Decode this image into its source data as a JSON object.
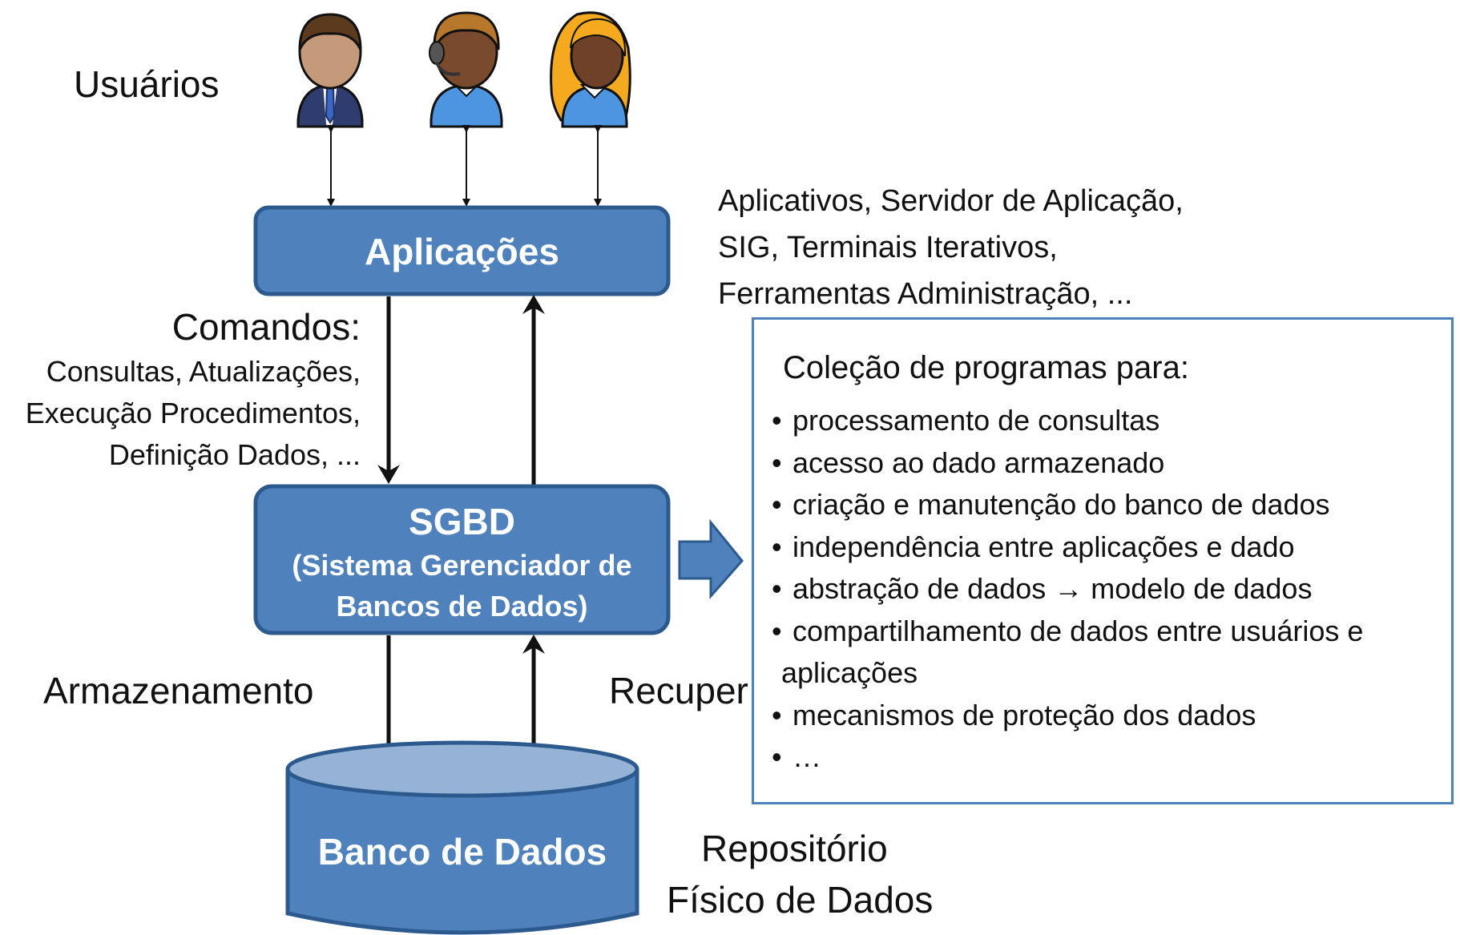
{
  "labels": {
    "users": "Usuários",
    "commands_title": "Comandos:",
    "commands_lines": [
      "Consultas, Atualizações,",
      "Execução Procedimentos,",
      "Definição Dados, ..."
    ],
    "storage": "Armazenamento",
    "retrieval_partial": "Recuper",
    "repository_lines": [
      "Repositório",
      "Físico de Dados"
    ],
    "apps_desc_lines": [
      "Aplicativos, Servidor de Aplicação,",
      "SIG, Terminais Iterativos,",
      "Ferramentas Administração, ..."
    ]
  },
  "nodes": {
    "applications": "Aplicações",
    "sgbd_title": "SGBD",
    "sgbd_lines": [
      "(Sistema Gerenciador de",
      "Bancos de Dados)"
    ],
    "database": "Banco de Dados"
  },
  "info_box": {
    "heading": "Coleção de programas para:",
    "items": [
      "processamento de consultas",
      "acesso ao dado armazenado",
      "criação e manutenção do banco de dados",
      "independência entre aplicações e dado",
      "abstração de dados → modelo de dados",
      "compartilhamento de dados entre usuários e",
      "aplicações",
      "mecanismos de proteção dos dados",
      "…"
    ],
    "bullet": "•"
  },
  "colors": {
    "box_fill": "#4f81bd",
    "box_stroke": "#2c5a8f",
    "cylinder_top": "#95b3d7",
    "arrow_block": "#4f81bd"
  },
  "icons": [
    "user-businessman-icon",
    "user-support-headset-icon",
    "user-woman-icon"
  ]
}
